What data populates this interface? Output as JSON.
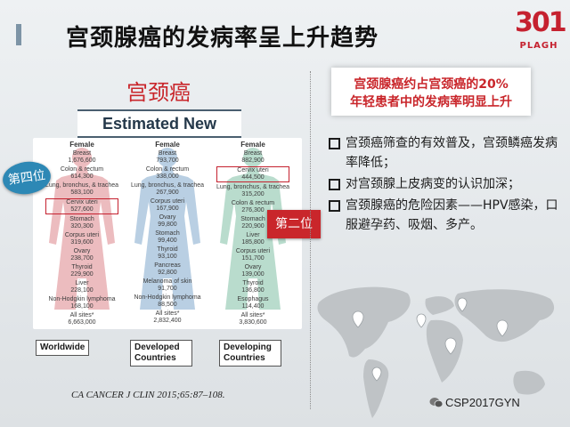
{
  "slide": {
    "title": "宫颈腺癌的发病率呈上升趋势",
    "logo": {
      "number": "301",
      "text": "PLAGH"
    }
  },
  "left": {
    "heading": "宫颈癌",
    "subheading": "Estimated New Cases",
    "panels": [
      {
        "header": "Female",
        "items": [
          {
            "label": "Breast",
            "value": "1,676,600"
          },
          {
            "label": "Colon & rectum",
            "value": "614,300"
          },
          {
            "label": "Lung, bronchus, & trachea",
            "value": "583,100"
          },
          {
            "label": "Cervix uteri",
            "value": "527,600",
            "highlight": true
          },
          {
            "label": "Stomach",
            "value": "320,300"
          },
          {
            "label": "Corpus uteri",
            "value": "319,600"
          },
          {
            "label": "Ovary",
            "value": "238,700"
          },
          {
            "label": "Thyroid",
            "value": "229,900"
          },
          {
            "label": "Liver",
            "value": "228,100"
          },
          {
            "label": "Non-Hodgkin lymphoma",
            "value": "168,100"
          },
          {
            "label": "All sites*",
            "value": "6,663,000"
          }
        ],
        "caption": "Worldwide"
      },
      {
        "header": "Female",
        "items": [
          {
            "label": "Breast",
            "value": "793,700"
          },
          {
            "label": "Colon & rectum",
            "value": "338,000"
          },
          {
            "label": "Lung, bronchus, & trachea",
            "value": "267,900"
          },
          {
            "label": "Corpus uteri",
            "value": "167,900"
          },
          {
            "label": "Ovary",
            "value": "99,800"
          },
          {
            "label": "Stomach",
            "value": "99,400"
          },
          {
            "label": "Thyroid",
            "value": "93,100"
          },
          {
            "label": "Pancreas",
            "value": "92,800"
          },
          {
            "label": "Melanoma of skin",
            "value": "91,700"
          },
          {
            "label": "Non-Hodgkin lymphoma",
            "value": "88,500"
          },
          {
            "label": "All sites*",
            "value": "2,832,400"
          }
        ],
        "caption": "Developed Countries"
      },
      {
        "header": "Female",
        "items": [
          {
            "label": "Breast",
            "value": "882,900"
          },
          {
            "label": "Cervix uteri",
            "value": "444,500",
            "highlight": true
          },
          {
            "label": "Lung, bronchus, & trachea",
            "value": "315,200"
          },
          {
            "label": "Colon & rectum",
            "value": "276,300"
          },
          {
            "label": "Stomach",
            "value": "220,900"
          },
          {
            "label": "Liver",
            "value": "185,800"
          },
          {
            "label": "Corpus uteri",
            "value": "151,700"
          },
          {
            "label": "Ovary",
            "value": "139,000"
          },
          {
            "label": "Thyroid",
            "value": "136,800"
          },
          {
            "label": "Esophagus",
            "value": "114,400"
          },
          {
            "label": "All sites*",
            "value": "3,830,600"
          }
        ],
        "caption": "Developing Countries"
      }
    ],
    "callouts": {
      "fourth": "第四位",
      "second": "第二位"
    },
    "citation": "CA CANCER J CLIN 2015;65:87–108."
  },
  "right": {
    "highlight_line1": "宫颈腺癌约占宫颈癌的20%",
    "highlight_line2": "年轻患者中的发病率明显上升",
    "bullets": [
      "宫颈癌筛查的有效普及，宫颈鳞癌发病率降低；",
      "对宫颈腺上皮病变的认识加深；",
      "宫颈腺癌的危险因素——HPV感染，口服避孕药、吸烟、多产。"
    ]
  },
  "footer": {
    "wechat": "CSP2017GYN"
  },
  "colors": {
    "accent_red": "#c9262b",
    "callout_blue": "#2d88b5",
    "body_pink": "#ecbcbf",
    "body_blue": "#b9cfe3",
    "body_green": "#b9dccd"
  }
}
